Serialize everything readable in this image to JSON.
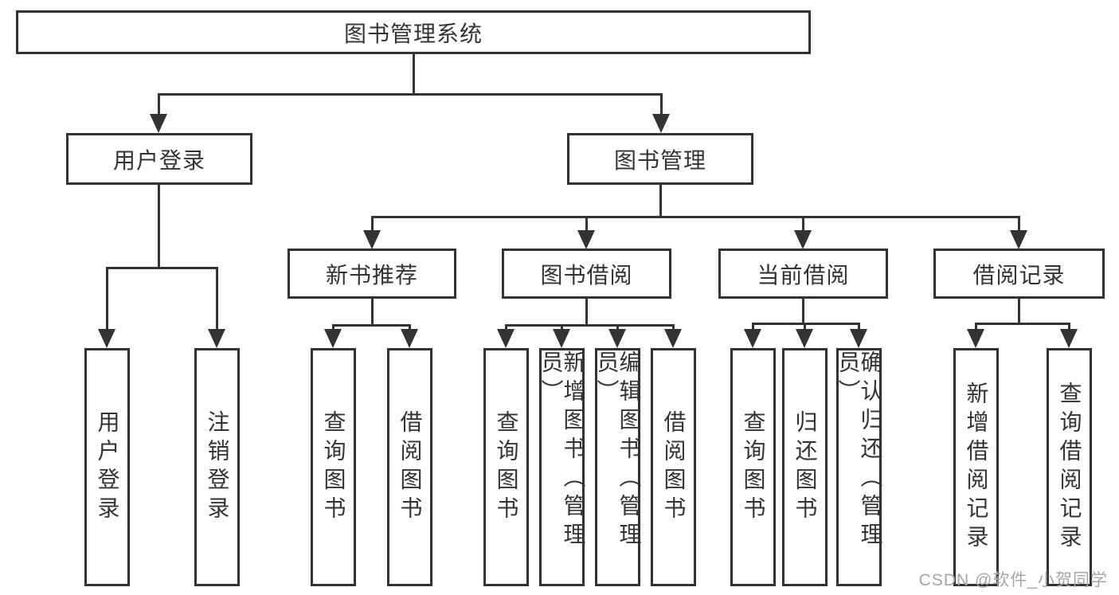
{
  "diagram_title": "图书管理系统",
  "watermark": "CSDN @软件_小贺同学",
  "colors": {
    "line": "#333333",
    "text": "#333333",
    "watermark": "#a6a6a6",
    "background": "#ffffff"
  },
  "tree": {
    "label": "图书管理系统",
    "children": [
      {
        "label": "用户登录",
        "children": [
          {
            "label": "用户登录"
          },
          {
            "label": "注销登录"
          }
        ]
      },
      {
        "label": "图书管理",
        "children": [
          {
            "label": "新书推荐",
            "children": [
              {
                "label": "查询图书"
              },
              {
                "label": "借阅图书"
              }
            ]
          },
          {
            "label": "图书借阅",
            "children": [
              {
                "label": "查询图书"
              },
              {
                "label": "新增图书（管理员）"
              },
              {
                "label": "编辑图书（管理员）"
              },
              {
                "label": "借阅图书"
              }
            ]
          },
          {
            "label": "当前借阅",
            "children": [
              {
                "label": "查询图书"
              },
              {
                "label": "归还图书"
              },
              {
                "label": "确认归还（管理员）"
              }
            ]
          },
          {
            "label": "借阅记录",
            "children": [
              {
                "label": "新增借阅记录"
              },
              {
                "label": "查询借阅记录"
              }
            ]
          }
        ]
      }
    ]
  }
}
